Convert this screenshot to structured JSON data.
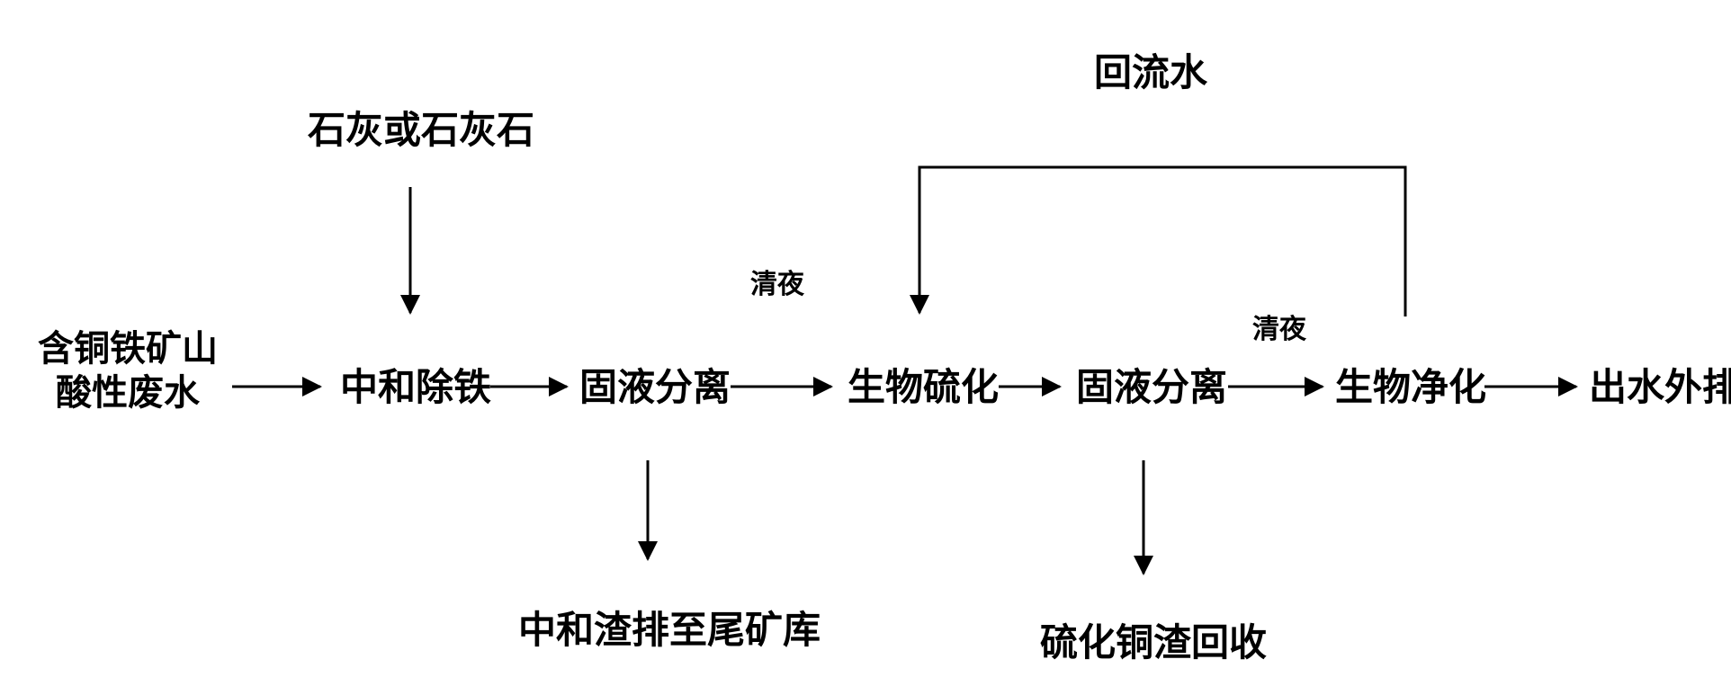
{
  "diagram": {
    "source": {
      "line1": "含铜铁矿山",
      "line2": "酸性废水"
    },
    "inputs": {
      "lime": "石灰或石灰石"
    },
    "steps": {
      "neutralize": "中和除铁",
      "separation1": "固液分离",
      "biosulfide": "生物硫化",
      "separation2": "固液分离",
      "biopurify": "生物净化",
      "discharge": "出水外排"
    },
    "flow_labels": {
      "clear1": "清夜",
      "clear2": "清夜",
      "return_water": "回流水"
    },
    "outputs": {
      "tailings": "中和渣排至尾矿库",
      "copper_sulfide": "硫化铜渣回收"
    }
  }
}
